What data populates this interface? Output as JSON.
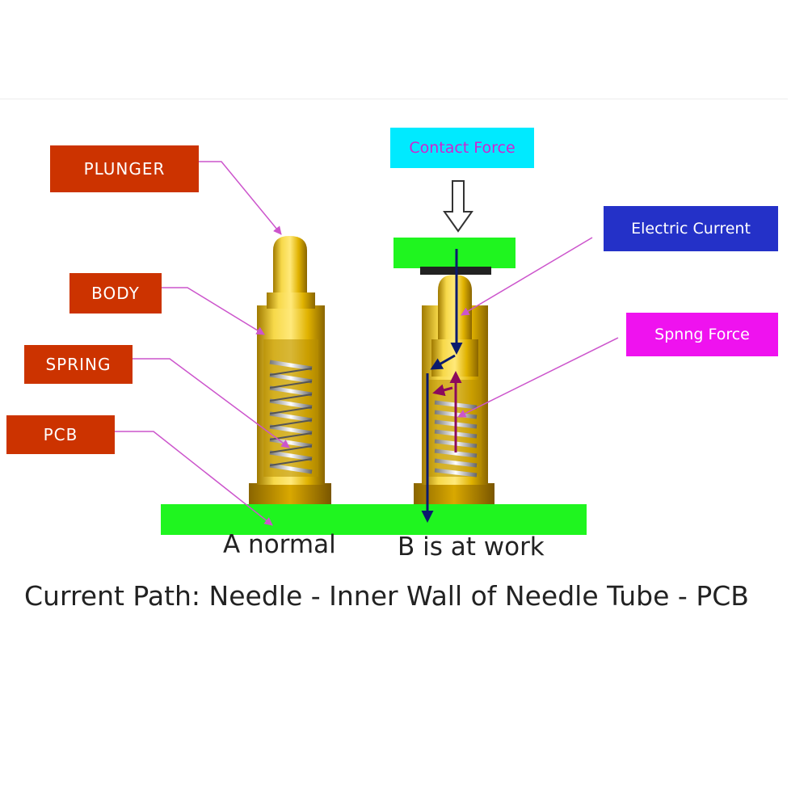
{
  "labels": {
    "plunger": "PLUNGER",
    "body": "BODY",
    "spring": "SPRING",
    "pcb": "PCB",
    "contact_force": "Contact Force",
    "electric_current": "Electric Current",
    "spring_force": "Spnng Force"
  },
  "captions": {
    "a": "A normal",
    "b": "B is at work",
    "current_path": "Current Path: Needle - Inner Wall of Needle Tube - PCB"
  },
  "colors": {
    "label_red": "#cc3300",
    "pcb_green": "#1ff51f",
    "brass": "#e6b800",
    "contact_cyan": "#00eaff",
    "current_blue": "#2431c8",
    "spring_magenta": "#ef12ef",
    "leader_line": "#cc55cc",
    "current_arrow": "#0a1a6e",
    "force_arrow": "#8b0a5c"
  }
}
